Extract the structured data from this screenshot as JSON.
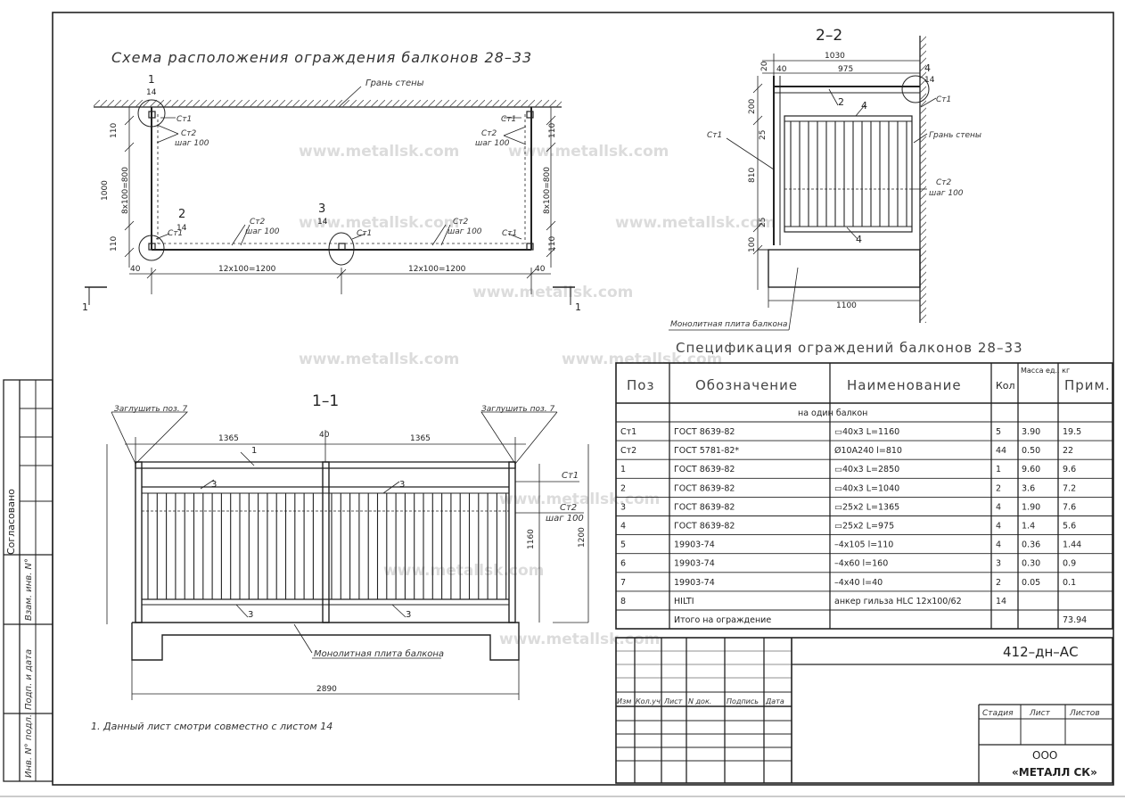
{
  "watermark": "www.metallsk.com",
  "title_plan": "Схема расположения ограждения балконов 28–33",
  "title_section22": "2–2",
  "title_section11": "1–1",
  "title_spec": "Спецификация ограждений балконов 28–33",
  "plan": {
    "wall_face": "Грань стены",
    "call1_num": "1",
    "call1_sheet": "14",
    "call2_num": "2",
    "call2_sheet": "14",
    "call3_num": "3",
    "call3_sheet": "14",
    "cm1": "Ст1",
    "cm2": "Ст2",
    "step": "шаг 100",
    "dim_12x100": "12x100=1200",
    "dim_8x100": "8x100=800",
    "dim_110": "110",
    "dim_40": "40",
    "dim_1000": "1000",
    "section_mark": "1"
  },
  "sec22": {
    "dim_1030": "1030",
    "dim_975": "975",
    "dim_40": "40",
    "dim_20": "20",
    "dim_200": "200",
    "dim_25": "25",
    "dim_810": "810",
    "dim_100": "100",
    "dim_1100": "1100",
    "call4_num": "4",
    "call4_sheet": "14",
    "cm1": "Ст1",
    "cm2": "Ст2",
    "step": "шаг 100",
    "pos2": "2",
    "pos4": "4",
    "wall_face": "Грань стены",
    "slab": "Монолитная плита балкона"
  },
  "sec11": {
    "plug_left": "Заглушить поз. 7",
    "plug_right": "Заглушить поз. 7",
    "dim_1365a": "1365",
    "dim_1365b": "1365",
    "dim_40": "40",
    "dim_1160": "1160",
    "dim_1200": "1200",
    "dim_2890": "2890",
    "pos1": "1",
    "pos3": "3",
    "cm1": "Ст1",
    "cm2": "Ст2",
    "step": "шаг 100",
    "slab": "Монолитная плита балкона"
  },
  "note": "1. Данный лист смотри совместно с листом 14",
  "spec": {
    "headers": [
      "Поз",
      "Обозначение",
      "Наименование",
      "Кол",
      "Масса ед., кг",
      "Прим."
    ],
    "group_label": "на один балкон",
    "rows": [
      [
        "Ст1",
        "ГОСТ 8639-82",
        "▭40x3      L=1160",
        "5",
        "3.90",
        "19.5"
      ],
      [
        "Ст2",
        "ГОСТ 5781-82*",
        "Ø10А240   l=810",
        "44",
        "0.50",
        "22"
      ],
      [
        "1",
        "ГОСТ 8639-82",
        "▭40x3      L=2850",
        "1",
        "9.60",
        "9.6"
      ],
      [
        "2",
        "ГОСТ 8639-82",
        "▭40x3      L=1040",
        "2",
        "3.6",
        "7.2"
      ],
      [
        "3",
        "ГОСТ 8639-82",
        "▭25x2      L=1365",
        "4",
        "1.90",
        "7.6"
      ],
      [
        "4",
        "ГОСТ 8639-82",
        "▭25x2      L=975",
        "4",
        "1.4",
        "5.6"
      ],
      [
        "5",
        "19903-74",
        "–4x105    l=110",
        "4",
        "0.36",
        "1.44"
      ],
      [
        "6",
        "19903-74",
        "–4x60     l=160",
        "3",
        "0.30",
        "0.9"
      ],
      [
        "7",
        "19903-74",
        "–4x40     l=40",
        "2",
        "0.05",
        "0.1"
      ],
      [
        "8",
        "HILTI",
        "анкер гильза HLC 12x100/62",
        "14",
        "",
        ""
      ],
      [
        "",
        "Итого на ограждение",
        "",
        "",
        "",
        "73.94"
      ]
    ]
  },
  "stamp": {
    "code": "412–дн–АС",
    "cols": [
      "Изм",
      "Кол.уч",
      "Лист",
      "N док.",
      "Подпись",
      "Дата"
    ],
    "stage": "Стадия",
    "sheet": "Лист",
    "sheets": "Листов",
    "org1": "ООО",
    "org2": "«МЕТАЛЛ СК»"
  },
  "side": {
    "agreed": "Согласовано",
    "inv_replace": "Взам. инв. N°",
    "sign_date": "Подп. и дата",
    "inv_orig": "Инв. N° подл."
  }
}
